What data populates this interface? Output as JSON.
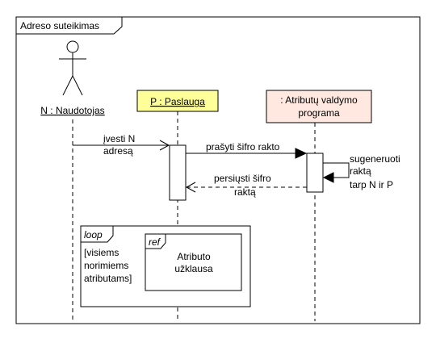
{
  "frame": {
    "title": "Adreso suteikimas"
  },
  "lifelines": {
    "user": {
      "label": "N : Naudotojas"
    },
    "service": {
      "label": "P : Paslauga",
      "fill": "#ffff99"
    },
    "attr": {
      "label_line1": ": Atributų valdymo",
      "label_line2": "programa",
      "fill": "#ffe8e0"
    }
  },
  "messages": {
    "m1": {
      "line1": "įvesti N",
      "line2": "adresą"
    },
    "m2": {
      "text": "prašyti šifro rakto"
    },
    "m3": {
      "line1": "sugeneruoti",
      "line2": "raktą",
      "line3": "tarp N ir P"
    },
    "m4": {
      "line1": "persiųsti šifro",
      "line2": "raktą"
    }
  },
  "loop": {
    "keyword": "loop",
    "guard_line1": "[visiems",
    "guard_line2": "norimiems",
    "guard_line3": "atributams]"
  },
  "ref": {
    "keyword": "ref",
    "line1": "Atributo",
    "line2": "užklausa"
  }
}
